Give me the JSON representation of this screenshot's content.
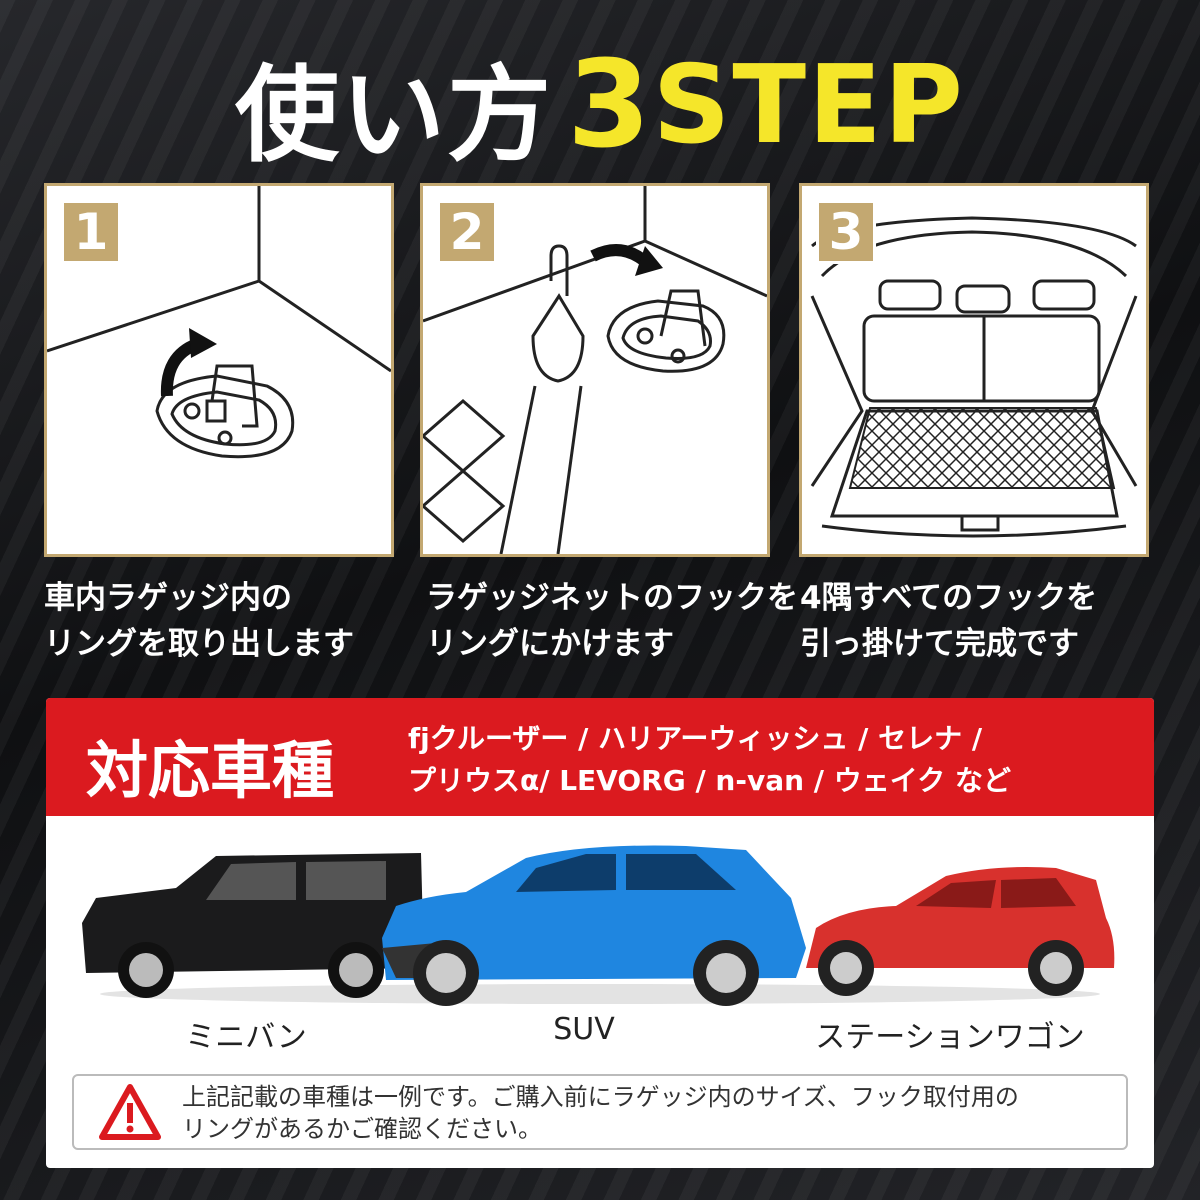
{
  "title": {
    "prefix": "使い方",
    "number": "3",
    "suffix": "STEP"
  },
  "steps": [
    {
      "number": "1",
      "line1": "車内ラゲッジ内の",
      "line2": "リングを取り出します"
    },
    {
      "number": "2",
      "line1": "ラゲッジネットのフックを",
      "line2": "リングにかけます"
    },
    {
      "number": "3",
      "line1": "4隅すべてのフックを",
      "line2": "引っ掛けて完成です"
    }
  ],
  "compat": {
    "title": "対応車種",
    "line1": "fjクルーザー / ハリアーウィッシュ / セレナ /",
    "line2": "プリウスα/ LEVORG  / n-van / ウェイク など"
  },
  "cars": [
    {
      "label": "ミニバン",
      "color": "#1b1b1c"
    },
    {
      "label": "SUV",
      "color": "#1f86e0"
    },
    {
      "label": "ステーションワゴン",
      "color": "#d8312d"
    }
  ],
  "notice": {
    "line1": "上記記載の車種は一例です。ご購入前にラゲッジ内のサイズ、フック取付用の",
    "line2": "リングがあるかご確認ください。"
  },
  "colors": {
    "accent_yellow": "#f5e62a",
    "gold": "#c3a871",
    "red": "#db1a1f"
  },
  "icons": [
    "warning-triangle-icon",
    "curved-arrow-icon"
  ]
}
